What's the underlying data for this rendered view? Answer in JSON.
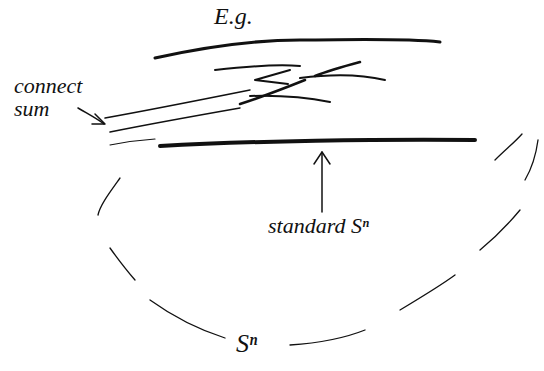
{
  "diagram": {
    "labels": [
      "E.g.",
      "connect sum",
      "standard Sⁿ",
      "Sⁿ"
    ]
  }
}
